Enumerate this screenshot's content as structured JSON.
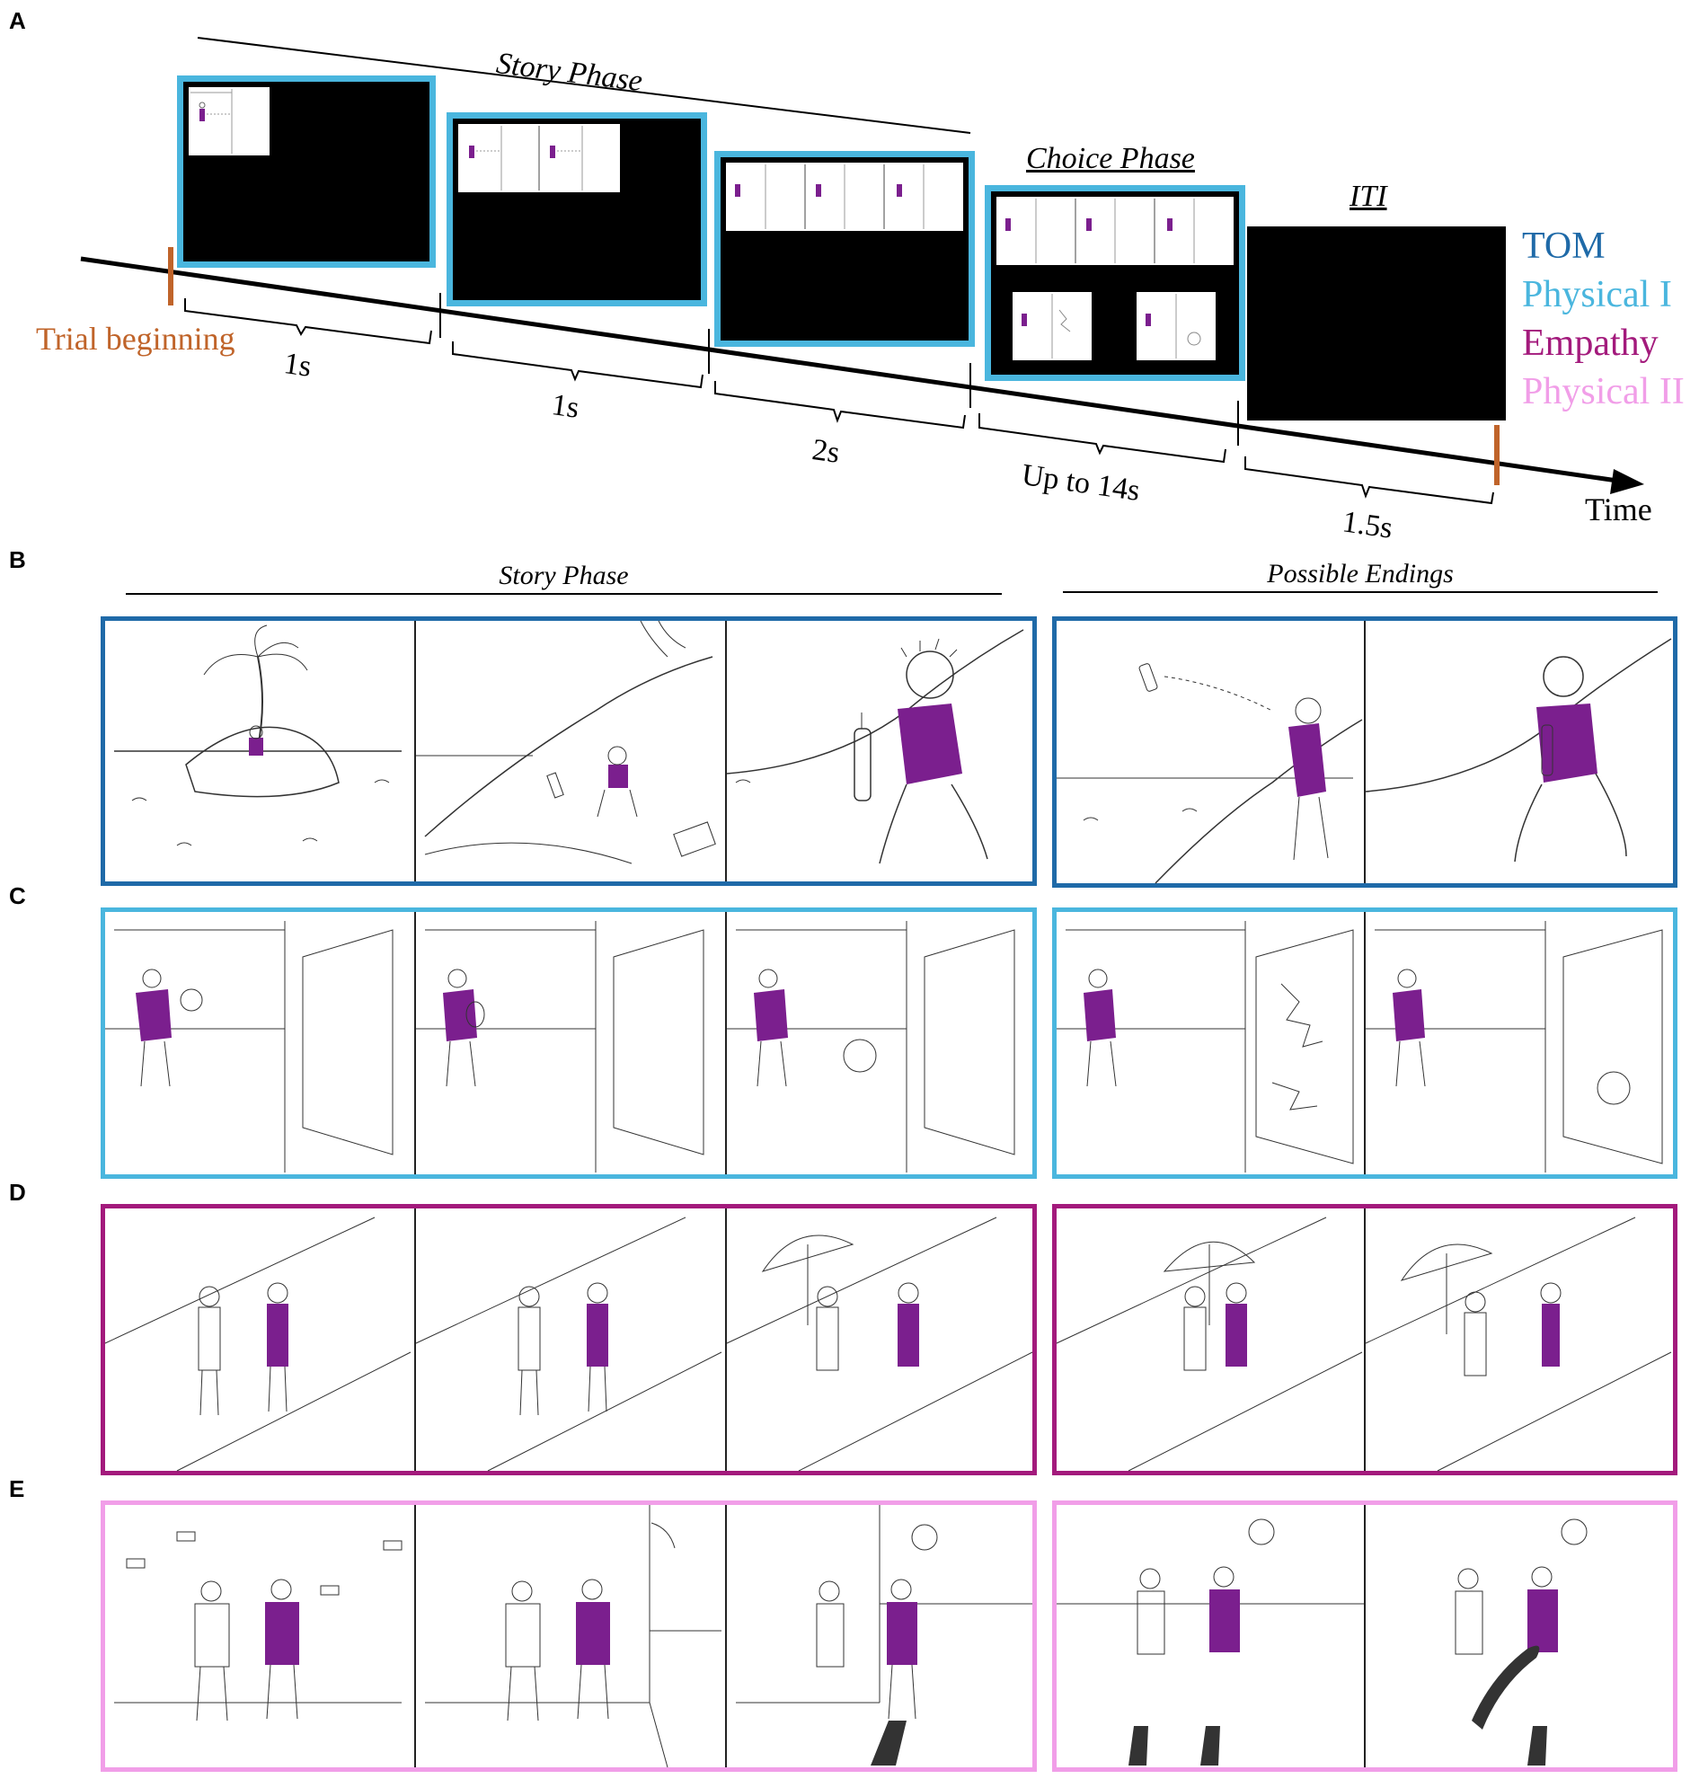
{
  "panels": {
    "a": "A",
    "b": "B",
    "c": "C",
    "d": "D",
    "e": "E"
  },
  "timeline": {
    "story_phase_title": "Story Phase",
    "choice_phase_title": "Choice Phase",
    "iti_title": "ITI",
    "trial_beginning": "Trial beginning",
    "time_label": "Time",
    "durations": [
      "1s",
      "1s",
      "2s",
      "Up to 14s",
      "1.5s"
    ]
  },
  "legend": [
    {
      "label": "TOM",
      "color": "#1f6aa8"
    },
    {
      "label": "Physical I",
      "color": "#4ab6de"
    },
    {
      "label": "Empathy",
      "color": "#a31a7c"
    },
    {
      "label": "Physical II",
      "color": "#f19ee8"
    }
  ],
  "colors": {
    "accent_orange": "#c0642a",
    "screen_frame": "#4ab6de",
    "character_purple": "#7b1f8e"
  },
  "sections": {
    "story_phase_title": "Story Phase",
    "possible_endings_title": "Possible Endings"
  },
  "rows": [
    {
      "panel": "B",
      "condition": "TOM",
      "color": "#1f6aa8",
      "scene": "island"
    },
    {
      "panel": "C",
      "condition": "Physical I",
      "color": "#4ab6de",
      "scene": "ball"
    },
    {
      "panel": "D",
      "condition": "Empathy",
      "color": "#a31a7c",
      "scene": "rain"
    },
    {
      "panel": "E",
      "condition": "Physical II",
      "color": "#f19ee8",
      "scene": "sun"
    }
  ]
}
